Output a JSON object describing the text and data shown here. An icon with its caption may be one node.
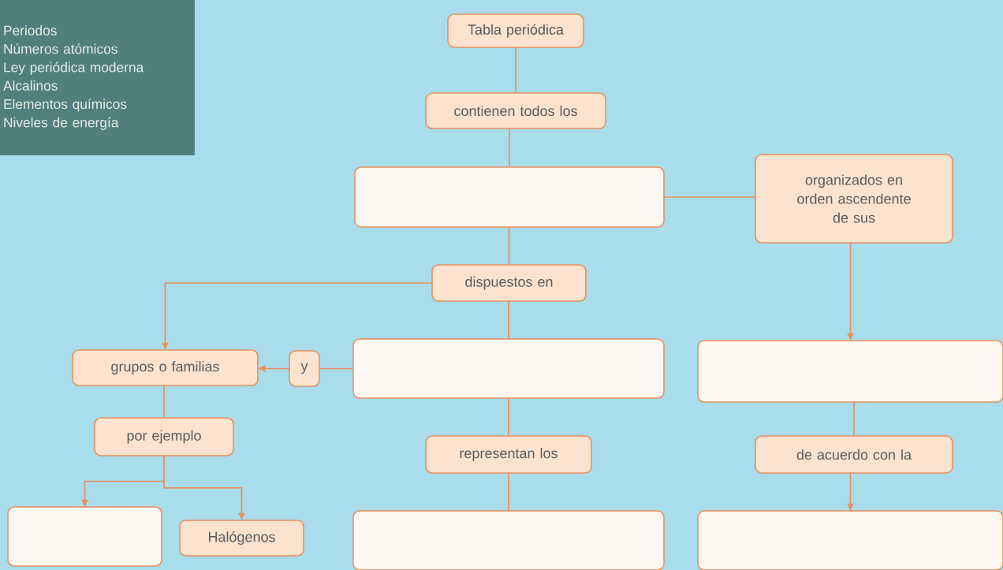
{
  "diagram": {
    "nodes": [
      {
        "text": [
          "Periodos",
          "Números atómicos",
          "Ley periódica moderna",
          "Alcalinos",
          "Elementos químicos",
          "Niveles de energía"
        ]
      },
      {
        "text": [
          "Tabla periódica"
        ]
      },
      {
        "text": [
          "contienen todos los"
        ]
      },
      {
        "text": [],
        "shape": "box"
      },
      {
        "text": [
          "organizados en orden ascendente de sus"
        ]
      },
      {
        "text": [
          "dispuestos en"
        ]
      },
      {
        "text": [
          "grupos o familias"
        ]
      },
      {
        "text": [
          "y"
        ]
      },
      {
        "text": [],
        "shape": "box"
      },
      {
        "text": [],
        "shape": "box"
      },
      {
        "text": [
          "por ejemplo"
        ]
      },
      {
        "text": [
          "representan los"
        ]
      },
      {
        "text": [
          "de acuerdo con la"
        ]
      },
      {
        "text": [],
        "shape": "box"
      },
      {
        "text": [
          "Halógenos"
        ]
      },
      {
        "text": [],
        "shape": "box"
      },
      {
        "text": [],
        "shape": "box"
      }
    ],
    "edges": [
      {
        "from": 1,
        "to": 2,
        "arrow": "none"
      },
      {
        "from": 2,
        "to": 3,
        "arrow": "none"
      },
      {
        "from": 3,
        "to": 4,
        "arrow": "none"
      },
      {
        "from": 3,
        "to": 5,
        "arrow": "none"
      },
      {
        "from": 5,
        "to": 6,
        "arrow": "to"
      },
      {
        "from": 5,
        "to": 8,
        "arrow": "none"
      },
      {
        "from": 8,
        "to": 7,
        "arrow": "none"
      },
      {
        "from": 7,
        "to": 6,
        "arrow": "to"
      },
      {
        "from": 6,
        "to": 10,
        "arrow": "none"
      },
      {
        "from": 10,
        "to": 13,
        "arrow": "to"
      },
      {
        "from": 10,
        "to": 14,
        "arrow": "to"
      },
      {
        "from": 4,
        "to": 9,
        "arrow": "to"
      },
      {
        "from": 8,
        "to": 11,
        "arrow": "none"
      },
      {
        "from": 11,
        "to": 15,
        "arrow": "none"
      },
      {
        "from": 9,
        "to": 12,
        "arrow": "none"
      },
      {
        "from": 12,
        "to": 16,
        "arrow": "to"
      }
    ]
  }
}
